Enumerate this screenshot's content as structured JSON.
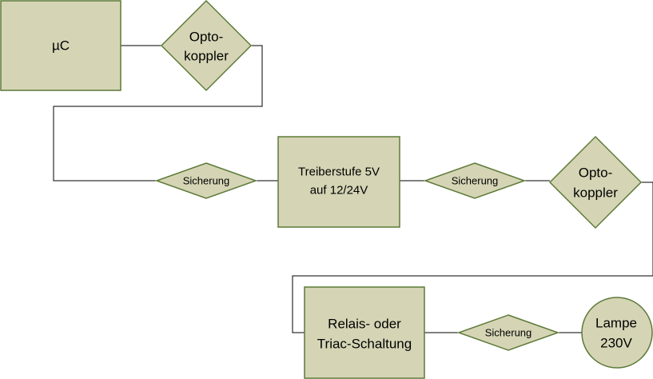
{
  "diagram": {
    "mc": "µC",
    "opto1": [
      "Opto-",
      "koppler"
    ],
    "fuse1": "Sicherung",
    "driver": [
      "Treiberstufe 5V",
      "auf 12/24V"
    ],
    "fuse2": "Sicherung",
    "opto2": [
      "Opto-",
      "koppler"
    ],
    "relay": [
      "Relais- oder",
      "Triac-Schaltung"
    ],
    "fuse3": "Sicherung",
    "lamp": [
      "Lampe",
      "230V"
    ]
  },
  "colors": {
    "fill": "#d5d5b6",
    "stroke": "#5d7a37",
    "wire": "#000000"
  }
}
